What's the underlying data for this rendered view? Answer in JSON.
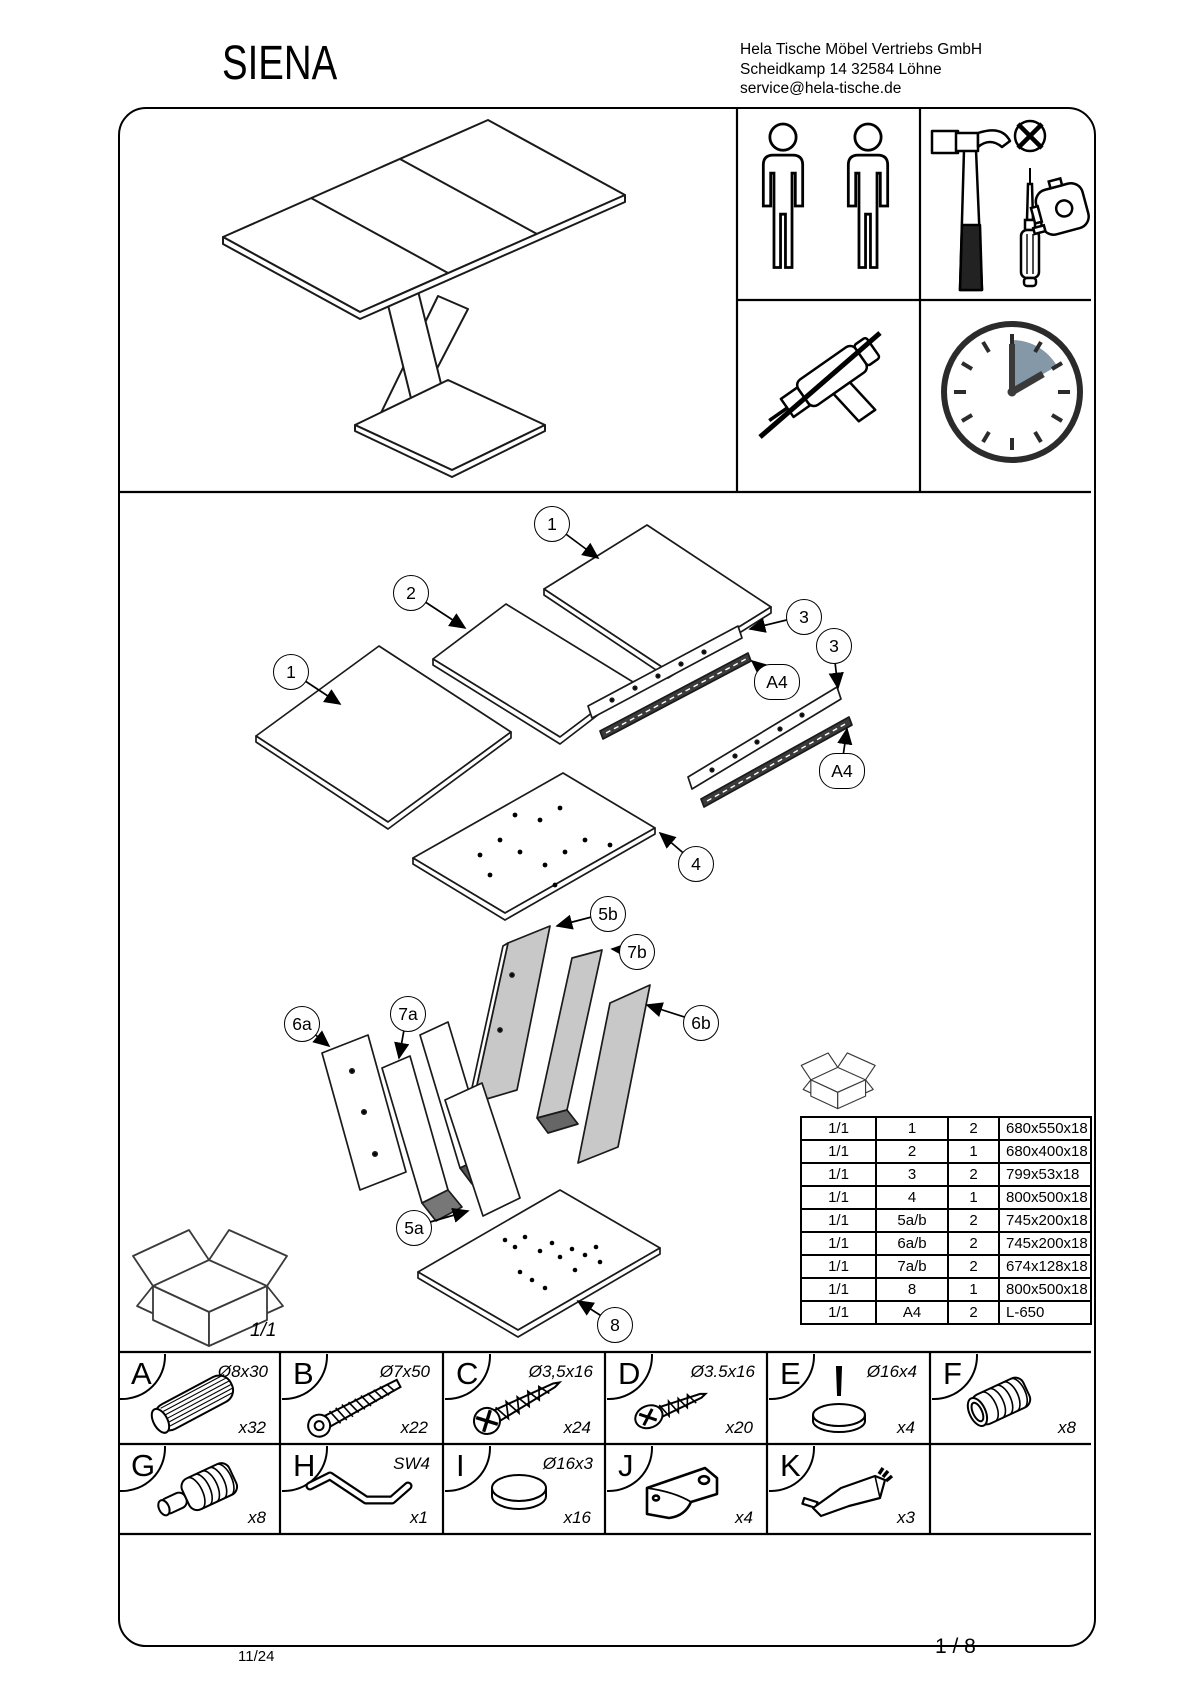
{
  "header": {
    "title": "SIENA",
    "company_line1": "Hela Tische Möbel Vertriebs GmbH",
    "company_line2": "Scheidkamp 14 32584 Löhne",
    "company_line3": "service@hela-tische.de"
  },
  "info_panel": {
    "icons": [
      "person",
      "person",
      "hammer",
      "phillips-screwdriver",
      "tape-measure",
      "no-drill",
      "clock"
    ],
    "clock_sector_color": "#8498a8"
  },
  "diagram": {
    "panel_gray": "#c8c8c8",
    "package_label": "1/1",
    "callouts": [
      "1",
      "2",
      "1",
      "3",
      "3",
      "A4",
      "A4",
      "4",
      "5b",
      "7b",
      "6a",
      "7a",
      "6b",
      "5a",
      "8"
    ]
  },
  "parts_table": {
    "rows": [
      {
        "page": "1/1",
        "part": "1",
        "qty": "2",
        "size": "680x550x18"
      },
      {
        "page": "1/1",
        "part": "2",
        "qty": "1",
        "size": "680x400x18"
      },
      {
        "page": "1/1",
        "part": "3",
        "qty": "2",
        "size": "799x53x18"
      },
      {
        "page": "1/1",
        "part": "4",
        "qty": "1",
        "size": "800x500x18"
      },
      {
        "page": "1/1",
        "part": "5a/b",
        "qty": "2",
        "size": "745x200x18"
      },
      {
        "page": "1/1",
        "part": "6a/b",
        "qty": "2",
        "size": "745x200x18"
      },
      {
        "page": "1/1",
        "part": "7a/b",
        "qty": "2",
        "size": "674x128x18"
      },
      {
        "page": "1/1",
        "part": "8",
        "qty": "1",
        "size": "800x500x18"
      },
      {
        "page": "1/1",
        "part": "A4",
        "qty": "2",
        "size": "L-650"
      }
    ]
  },
  "hardware": {
    "cells": [
      {
        "letter": "A",
        "spec": "Ø8x30",
        "qty": "x32",
        "icon": "dowel"
      },
      {
        "letter": "B",
        "spec": "Ø7x50",
        "qty": "x22",
        "icon": "confirmat-screw"
      },
      {
        "letter": "C",
        "spec": "Ø3,5x16",
        "qty": "x24",
        "icon": "countersunk-screw"
      },
      {
        "letter": "D",
        "spec": "Ø3.5x16",
        "qty": "x20",
        "icon": "pan-head-screw"
      },
      {
        "letter": "E",
        "spec": "Ø16x4",
        "qty": "x4",
        "icon": "nail-glide"
      },
      {
        "letter": "F",
        "spec": "",
        "qty": "x8",
        "icon": "threaded-sleeve"
      },
      {
        "letter": "G",
        "spec": "",
        "qty": "x8",
        "icon": "threaded-barrel-bolt"
      },
      {
        "letter": "H",
        "spec": "SW4",
        "qty": "x1",
        "icon": "hex-key"
      },
      {
        "letter": "I",
        "spec": "Ø16x3",
        "qty": "x16",
        "icon": "cover-cap"
      },
      {
        "letter": "J",
        "spec": "",
        "qty": "x4",
        "icon": "corner-bracket"
      },
      {
        "letter": "K",
        "spec": "",
        "qty": "x3",
        "icon": "fitting-tool"
      }
    ]
  },
  "footer": {
    "left": "11/24",
    "right": "1 / 8"
  }
}
